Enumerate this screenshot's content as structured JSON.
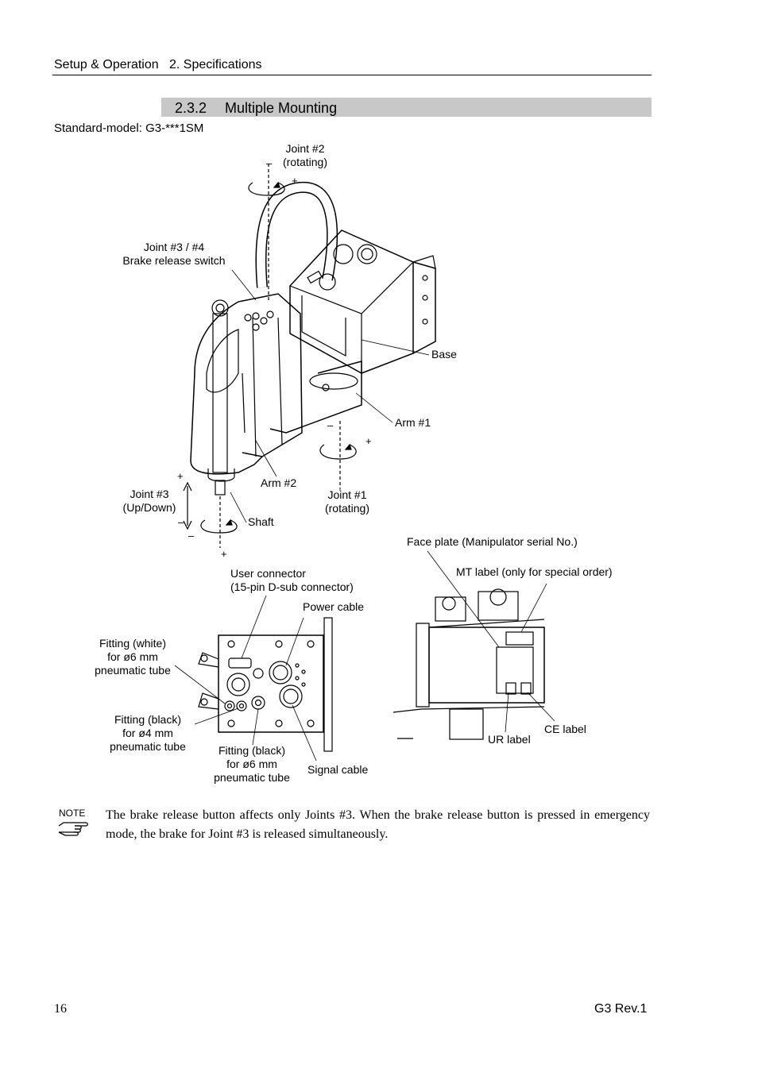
{
  "header": {
    "text": "Setup & Operation   2. Specifications"
  },
  "section": {
    "number": "2.3.2",
    "title": "Multiple Mounting"
  },
  "model_line": "Standard-model: G3-***1SM",
  "labels": {
    "joint2_name": "Joint #2",
    "joint2_mode": "(rotating)",
    "brake_line1": "Joint #3 / #4",
    "brake_line2": "Brake release switch",
    "base": "Base",
    "arm1": "Arm #1",
    "arm2": "Arm #2",
    "joint3_name": "Joint #3",
    "joint3_mode": "(Up/Down)",
    "joint1_name": "Joint #1",
    "joint1_mode": "(rotating)",
    "shaft": "Shaft",
    "face_plate": "Face plate (Manipulator serial No.)",
    "mt_label": "MT label (only for special order)",
    "user_conn_1": "User connector",
    "user_conn_2": "(15-pin D-sub connector)",
    "power_cable": "Power cable",
    "fit_white_1": "Fitting (white)",
    "fit_white_2": "for ø6 mm",
    "fit_white_3": "pneumatic tube",
    "fit_black4_1": "Fitting (black)",
    "fit_black4_2": "for ø4 mm",
    "fit_black4_3": "pneumatic tube",
    "fit_black6_1": "Fitting (black)",
    "fit_black6_2": "for ø6 mm",
    "fit_black6_3": "pneumatic tube",
    "signal_cable": "Signal cable",
    "ce_label": "CE label",
    "ur_label": "UR label"
  },
  "signs": {
    "plus": "+",
    "minus": "–"
  },
  "note": {
    "label": "NOTE",
    "icon": "pointing-hand-icon",
    "text": "The brake release button affects only Joints #3.  When the brake release button is pressed in emergency mode, the brake for Joint #3 is released simultaneously."
  },
  "footer": {
    "page_number": "16",
    "revision": "G3 Rev.1"
  }
}
